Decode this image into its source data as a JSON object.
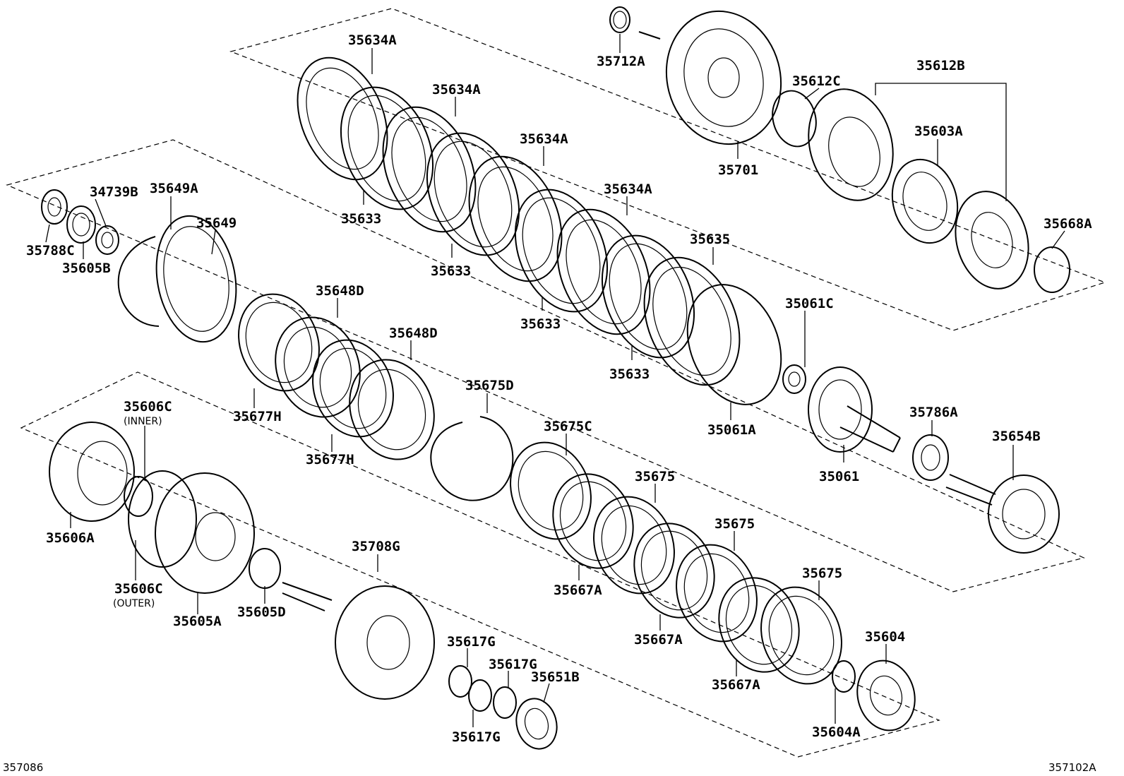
{
  "labels": {
    "l35634A_1": "35634A",
    "l35634A_2": "35634A",
    "l35634A_3": "35634A",
    "l35634A_4": "35634A",
    "l35633_1": "35633",
    "l35633_2": "35633",
    "l35633_3": "35633",
    "l35633_4": "35633",
    "l35635": "35635",
    "l35061C": "35061C",
    "l35061A": "35061A",
    "l35061": "35061",
    "l35712A": "35712A",
    "l35701": "35701",
    "l35612C": "35612C",
    "l35612B": "35612B",
    "l35603A": "35603A",
    "l35668A": "35668A",
    "l35786A": "35786A",
    "l35654B": "35654B",
    "l34739B": "34739B",
    "l35649A": "35649A",
    "l35649": "35649",
    "l35788C": "35788C",
    "l35605B": "35605B",
    "l35648D_1": "35648D",
    "l35648D_2": "35648D",
    "l35677H_1": "35677H",
    "l35677H_2": "35677H",
    "l35675D": "35675D",
    "l35606C_inner": "35606C",
    "l35606C_outer": "35606C",
    "l35606A": "35606A",
    "l35605A": "35605A",
    "l35605D": "35605D",
    "l35708G": "35708G",
    "l35675C": "35675C",
    "l35675_1": "35675",
    "l35675_2": "35675",
    "l35675_3": "35675",
    "l35667A_1": "35667A",
    "l35667A_2": "35667A",
    "l35667A_3": "35667A",
    "l35617G_1": "35617G",
    "l35617G_2": "35617G",
    "l35617G_3": "35617G",
    "l35651B": "35651B",
    "l35604": "35604",
    "l35604A": "35604A"
  },
  "notes": {
    "inner": "(INNER)",
    "outer": "(OUTER)"
  },
  "corners": {
    "bottom_left": "357086",
    "bottom_right": "357102A"
  }
}
